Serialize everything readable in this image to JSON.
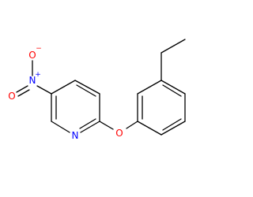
{
  "molecule": {
    "atoms": {
      "nitro_o_minus": {
        "symbol": "O",
        "charge": "−",
        "color": "#ff0000"
      },
      "nitro_n": {
        "symbol": "N",
        "charge": "+",
        "color": "#0000ff"
      },
      "nitro_o": {
        "symbol": "O",
        "color": "#ff0000"
      },
      "pyridine_n": {
        "symbol": "N",
        "color": "#0000ff"
      },
      "ether_o": {
        "symbol": "O",
        "color": "#ff0000"
      }
    },
    "bond_color": "#000000"
  }
}
